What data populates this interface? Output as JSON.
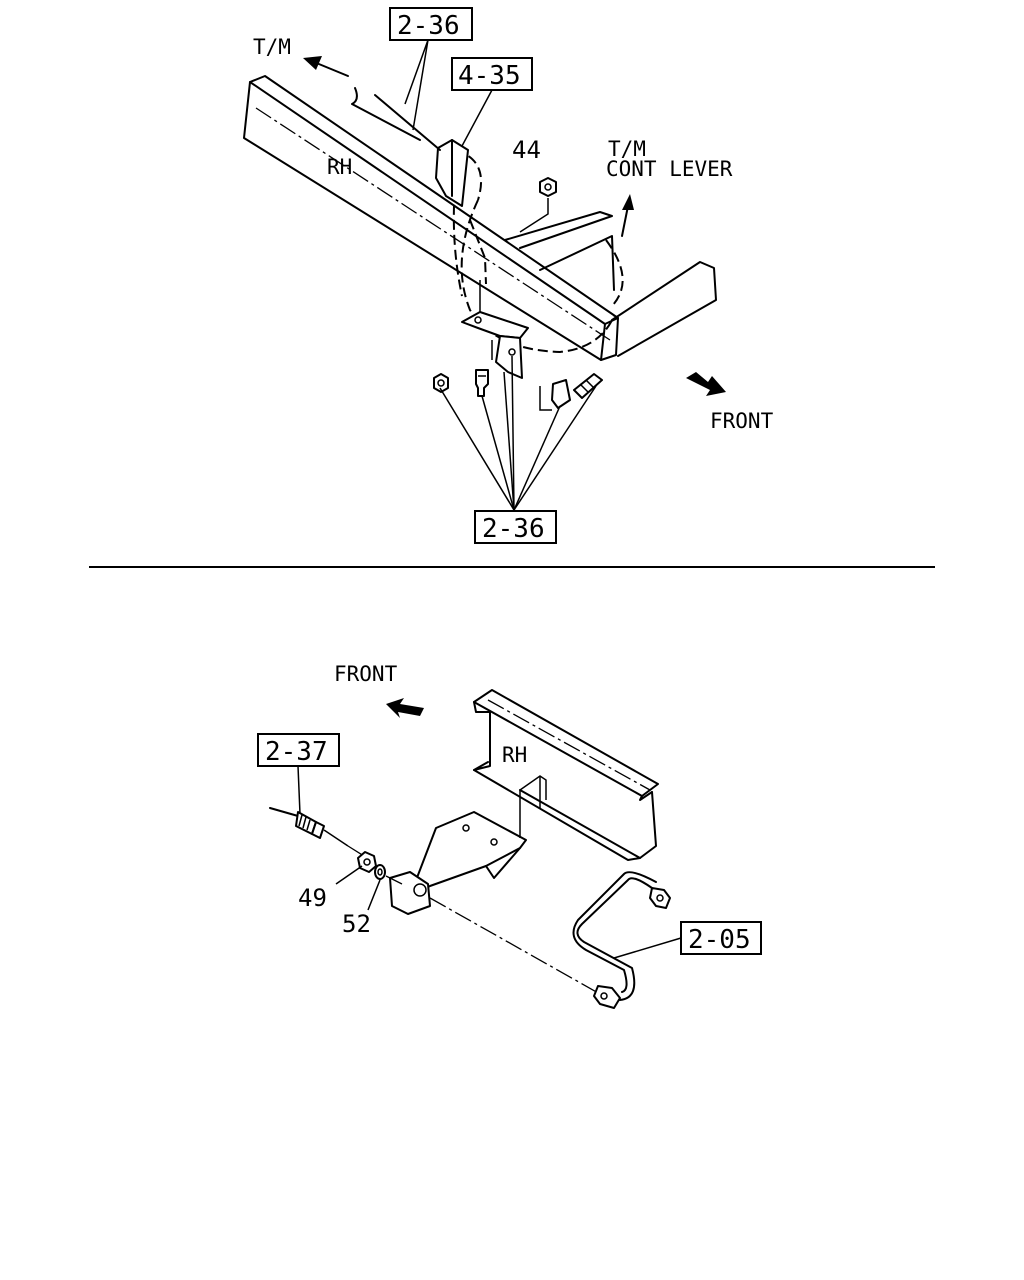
{
  "top_view": {
    "labels": {
      "tm": "T/M",
      "rh": "RH",
      "tm_cont_line1": "T/M",
      "tm_cont_line2": "CONT LEVER",
      "front": "FRONT"
    },
    "refs": {
      "ref_top": "2-36",
      "ref_bracket": "4-35",
      "ref_bottom": "2-36"
    },
    "part_numbers": {
      "nut": "44"
    }
  },
  "bottom_view": {
    "labels": {
      "front": "FRONT",
      "rh": "RH"
    },
    "refs": {
      "ref_cable": "2-37",
      "ref_pipe": "2-05"
    },
    "part_numbers": {
      "nut": "49",
      "washer": "52"
    }
  }
}
